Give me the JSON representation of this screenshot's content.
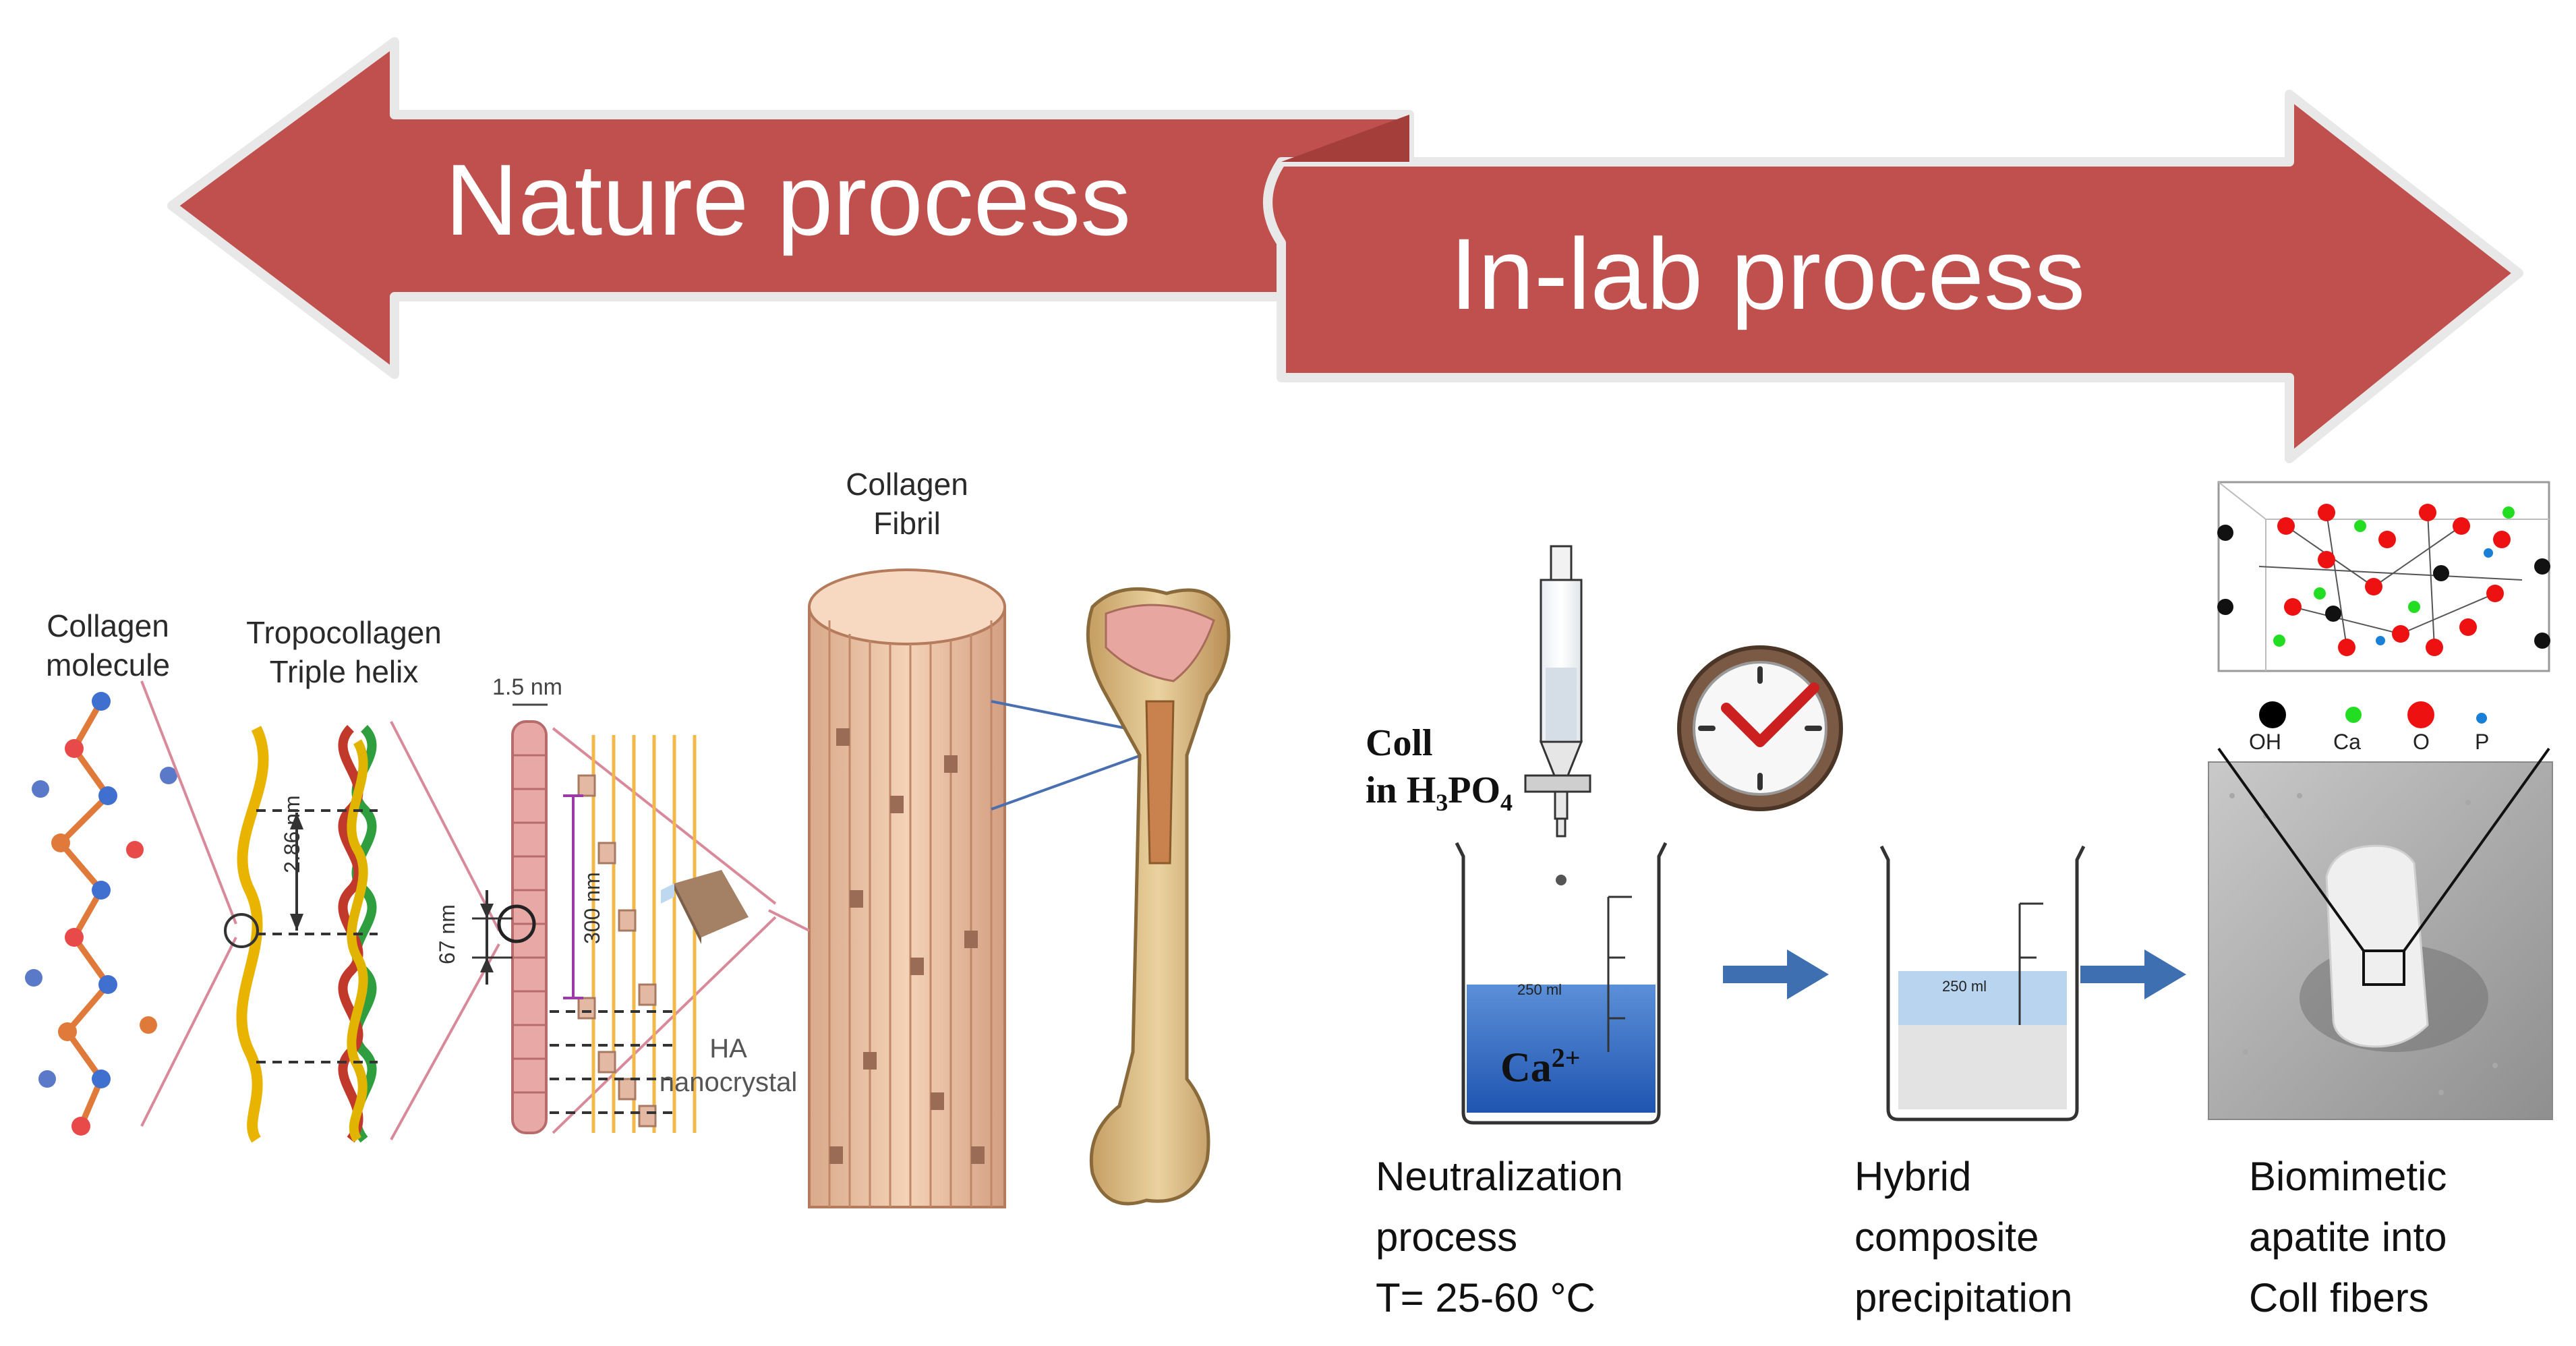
{
  "arrows": {
    "left_label": "Nature process",
    "right_label": "In-lab process",
    "color": "#c0504d"
  },
  "nature": {
    "collagen_molecule": [
      "Collagen",
      "molecule"
    ],
    "tropocollagen": [
      "Tropocollagen",
      "Triple helix"
    ],
    "collagen_fibril": [
      "Collagen",
      "Fibril"
    ],
    "dim_1_5": "1.5 nm",
    "dim_2_86": "2.86 nm",
    "dim_67": "67 nm",
    "dim_300": "300 nm",
    "ha": [
      "HA",
      "nanocrystal"
    ]
  },
  "lab": {
    "coll": "Coll",
    "in_h3po4": {
      "prefix": "in H",
      "sub1": "3",
      "mid": "PO",
      "sub2": "4"
    },
    "ion": {
      "base": "Ca",
      "sup": "2+"
    },
    "beaker_mark": "250 ml",
    "neutralization": [
      "Neutralization",
      "process",
      "T= 25-60 °C"
    ],
    "hybrid": [
      "Hybrid",
      "composite",
      "precipitation"
    ],
    "biomimetic": [
      "Biomimetic",
      "apatite into",
      "Coll fibers"
    ],
    "legend": [
      "OH",
      "Ca",
      "O",
      "P"
    ],
    "legend_colors": [
      "#000000",
      "#22dd22",
      "#ee1111",
      "#1a7fd6"
    ]
  }
}
